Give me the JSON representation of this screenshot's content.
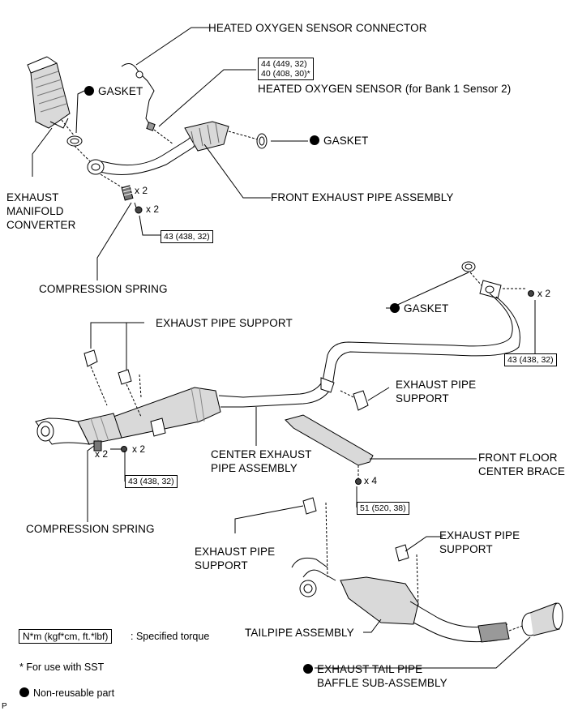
{
  "labels": {
    "sensor_connector": "HEATED OXYGEN SENSOR CONNECTOR",
    "sensor": "HEATED OXYGEN SENSOR (for Bank 1 Sensor 2)",
    "gasket_top_left": "GASKET",
    "gasket_top_right": "GASKET",
    "manifold_l1": "EXHAUST",
    "manifold_l2": "MANIFOLD",
    "manifold_l3": "CONVERTER",
    "front_pipe": "FRONT EXHAUST PIPE ASSEMBLY",
    "spring_top": "COMPRESSION SPRING",
    "gasket_mid": "GASKET",
    "support_top": "EXHAUST PIPE SUPPORT",
    "support_right_l1": "EXHAUST PIPE",
    "support_right_l2": "SUPPORT",
    "center_pipe_l1": "CENTER EXHAUST",
    "center_pipe_l2": "PIPE ASSEMBLY",
    "brace_l1": "FRONT FLOOR",
    "brace_l2": "CENTER BRACE",
    "spring_bottom": "COMPRESSION SPRING",
    "support_bl_l1": "EXHAUST PIPE",
    "support_bl_l2": "SUPPORT",
    "support_br_l1": "EXHAUST PIPE",
    "support_br_l2": "SUPPORT",
    "tailpipe": "TAILPIPE ASSEMBLY",
    "baffle_l1": "EXHAUST TAIL PIPE",
    "baffle_l2": "BAFFLE SUB-ASSEMBLY"
  },
  "torques": {
    "sensor_l1": "44 (449, 32)",
    "sensor_l2": "40 (408, 30)*",
    "front_bolt": "43 (438, 32)",
    "rear_flange": "43 (438, 32)",
    "center_bolt": "43 (438, 32)",
    "brace_bolt": "51 (520, 38)"
  },
  "multipliers": {
    "spring_top": "x 2",
    "bolt_top": "x 2",
    "rear_flange": "x 2",
    "spring_bottom": "x 2",
    "bolt_bottom": "x 2",
    "brace": "x 4"
  },
  "legend": {
    "unit_box": "N*m (kgf*cm, ft.*lbf)",
    "unit_text": ": Specified torque",
    "sst_note": "* For use with SST",
    "nonreusable": "Non-reusable part"
  },
  "corner_mark": "P",
  "colors": {
    "line": "#000000",
    "part_fill": "#d9d9d9",
    "part_shade": "#9a9a9a"
  }
}
